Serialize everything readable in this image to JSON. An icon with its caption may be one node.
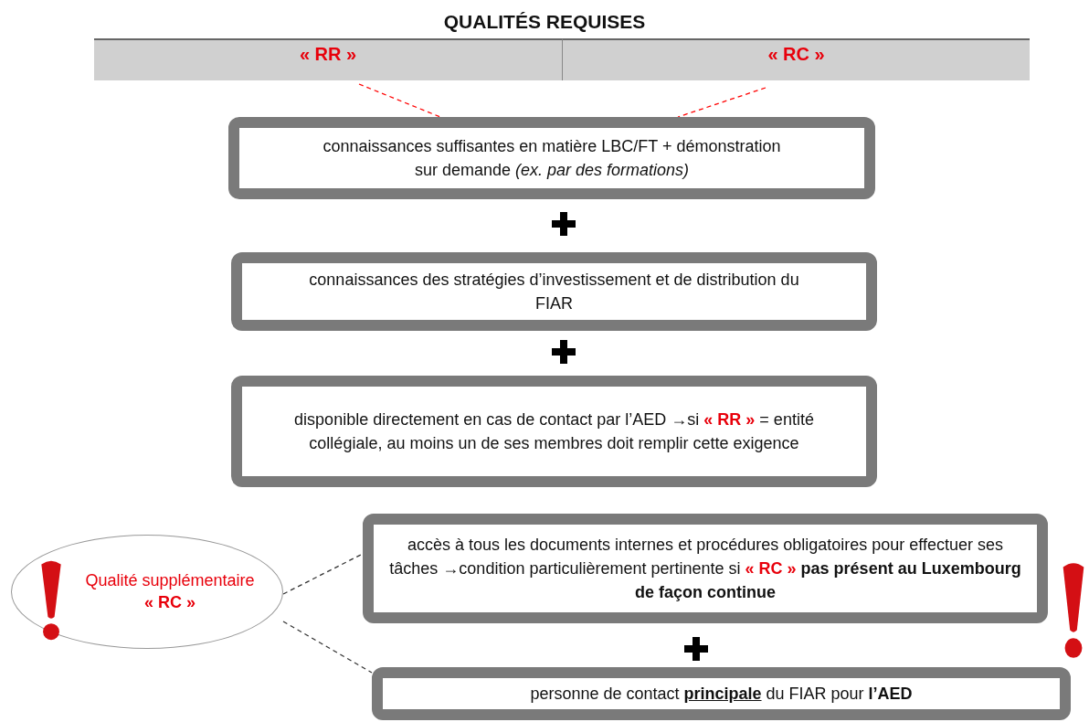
{
  "diagram": {
    "title": "QUALITÉS REQUISES",
    "nodes": [
      {
        "text": [
          "« RR »"
        ]
      },
      {
        "text": [
          "« RC »"
        ]
      },
      {
        "text": [
          "connaissances suffisantes en matière LBC/FT + démonstration sur demande *(ex. par des formations)*"
        ]
      },
      {
        "text": [
          "connaissances des stratégies d’investissement et de distribution du FIAR"
        ]
      },
      {
        "text": [
          "disponible directement en cas de contact par l’AED →si **« RR »** = entité collégiale, au moins un de ses membres doit remplir cette exigence"
        ]
      },
      {
        "text": [
          "Qualité supplémentaire",
          "« RC »"
        ]
      },
      {
        "text": [
          "accès à tous les documents internes et procédures obligatoires pour effectuer ses tâches  →condition particulièrement pertinente si **« RC »** **pas présent au Luxembourg de façon continue**"
        ]
      },
      {
        "text": [
          "personne de contact **principale** du FIAR pour **l’AED**"
        ]
      }
    ],
    "edges": [
      {
        "from": 0,
        "to": 2,
        "arrow": "none",
        "style": "dashed",
        "color": "#ff0000"
      },
      {
        "from": 1,
        "to": 2,
        "arrow": "none",
        "style": "dashed",
        "color": "#ff0000"
      },
      {
        "from": 5,
        "to": 6,
        "arrow": "none",
        "style": "dashed",
        "color": "#333333"
      },
      {
        "from": 5,
        "to": 7,
        "arrow": "none",
        "style": "dashed",
        "color": "#333333"
      }
    ]
  }
}
